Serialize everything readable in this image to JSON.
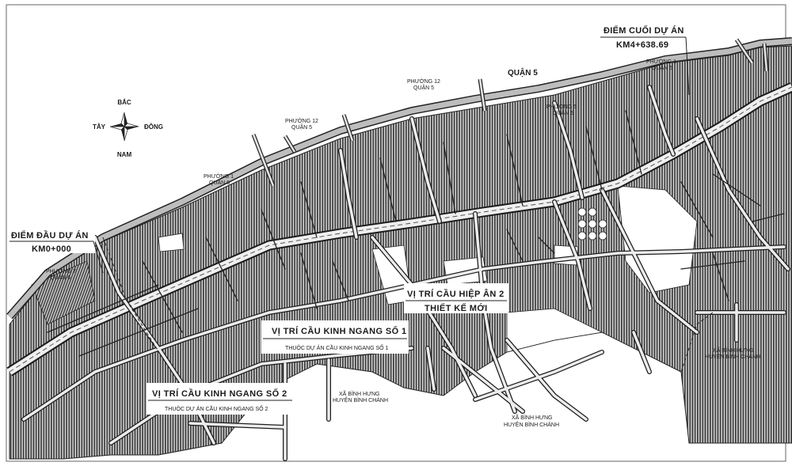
{
  "compass": {
    "north": "BẮC",
    "south": "NAM",
    "east": "ĐÔNG",
    "west": "TÂY"
  },
  "project_points": {
    "start_title": "ĐIỂM ĐẦU DỰ ÁN",
    "start_km": "KM0+000",
    "end_title": "ĐIỂM CUỐI DỰ ÁN",
    "end_km": "KM4+638.69"
  },
  "district_label": "QUẬN 5",
  "ward_labels": {
    "w12_upper_a": "PHƯỜNG 12",
    "w12_upper_b": "QUẬN 5",
    "w12_lower_a": "PHƯỜNG 12",
    "w12_lower_b": "QUẬN 5",
    "w5_a": "PHƯỜNG 5",
    "w5_b": "QUẬN 5",
    "w1_q5_a": "PHƯỜNG 1",
    "w1_q5_b": "QUẬN 5",
    "w1_q6_a": "PHƯỜNG 1",
    "w1_q6_b": "QUẬN 6",
    "w7_a": "PHƯỜNG 7",
    "w7_b": "QUẬN 6"
  },
  "callouts": {
    "hiep_an_title": "VỊ TRÍ CẦU HIỆP ÂN 2",
    "hiep_an_sub": "THIẾT KẾ MỚI",
    "kinh_ngang_1_title": "VỊ TRÍ CẦU KINH NGANG SỐ 1",
    "kinh_ngang_1_sub": "THUỘC DỰ ÁN CẦU KINH NGANG SỐ 1",
    "kinh_ngang_2_title": "VỊ TRÍ CẦU KINH NGANG SỐ 2",
    "kinh_ngang_2_sub": "THUỘC DỰ ÁN CẦU KINH NGANG SỐ 2"
  },
  "commune_labels": {
    "binh_hung_left_a": "XÃ BÌNH HƯNG",
    "binh_hung_left_b": "HUYỆN BÌNH CHÁNH",
    "binh_hung_mid_a": "XÃ BÌNH HƯNG",
    "binh_hung_mid_b": "HUYỆN BÌNH CHÁNH",
    "binh_hung_right_a": "XÃ BÌNH HƯNG",
    "binh_hung_right_b": "HUYỆN BÌNH CHÁNH"
  },
  "colors": {
    "paper": "#ffffff",
    "hatch": "#3a3a3a",
    "road": "#efefef",
    "road_edge": "#1c1c1c",
    "canal": "#9a9a9a",
    "text": "#1a1a1a"
  },
  "icons": {
    "compass": "compass-rose-icon",
    "route": "project-route-line"
  }
}
